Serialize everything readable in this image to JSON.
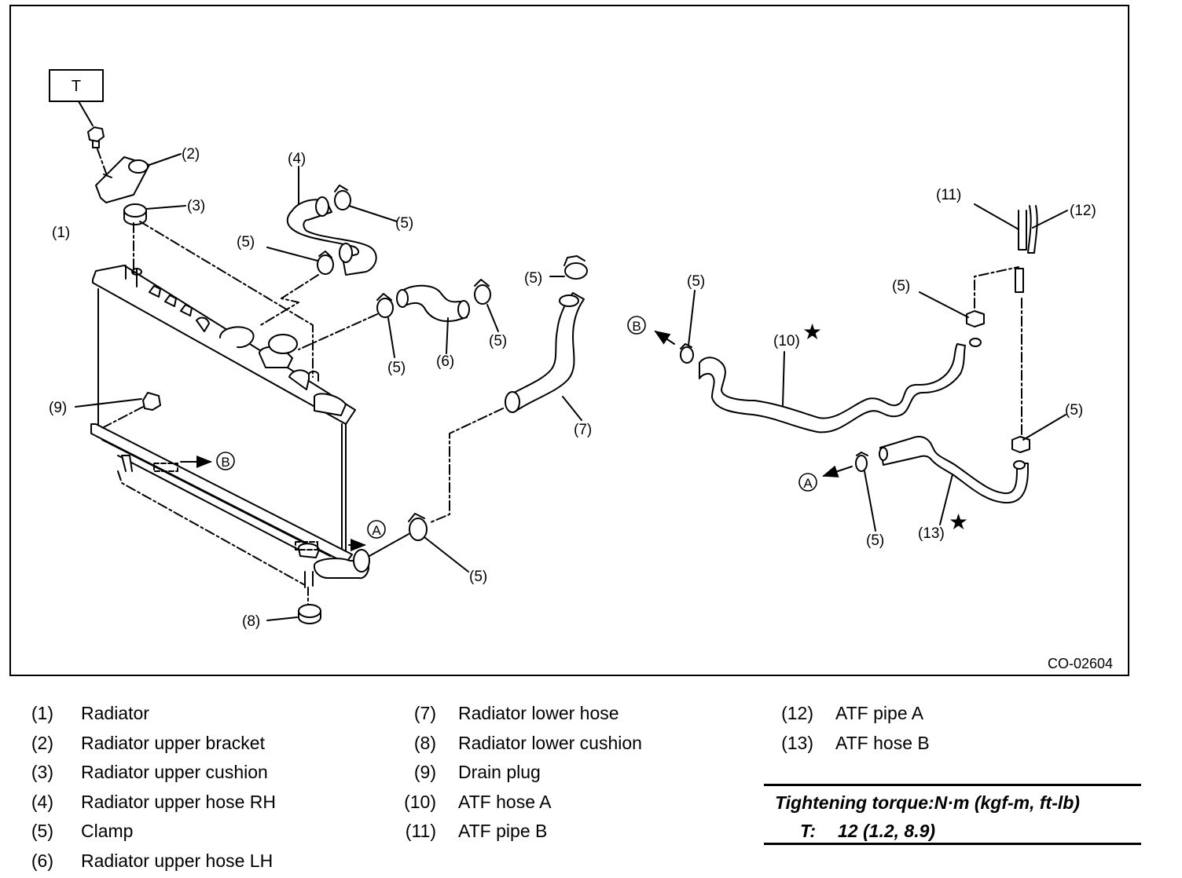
{
  "diagram": {
    "code": "CO-02604",
    "torque_tag": "T",
    "connector_a": "A",
    "connector_b": "B",
    "callouts": {
      "c1": "(1)",
      "c2": "(2)",
      "c3": "(3)",
      "c4": "(4)",
      "c5": "(5)",
      "c6": "(6)",
      "c7": "(7)",
      "c8": "(8)",
      "c9": "(9)",
      "c10": "(10)",
      "c11": "(11)",
      "c12": "(12)",
      "c13": "(13)"
    },
    "star": "★"
  },
  "legend": [
    {
      "num": "(1)",
      "label": "Radiator"
    },
    {
      "num": "(2)",
      "label": "Radiator upper bracket"
    },
    {
      "num": "(3)",
      "label": "Radiator upper cushion"
    },
    {
      "num": "(4)",
      "label": "Radiator upper hose RH"
    },
    {
      "num": "(5)",
      "label": "Clamp"
    },
    {
      "num": "(6)",
      "label": "Radiator upper hose LH"
    },
    {
      "num": "(7)",
      "label": "Radiator lower hose"
    },
    {
      "num": "(8)",
      "label": "Radiator lower cushion"
    },
    {
      "num": "(9)",
      "label": "Drain plug"
    },
    {
      "num": "(10)",
      "label": "ATF hose A"
    },
    {
      "num": "(11)",
      "label": "ATF pipe B"
    },
    {
      "num": "(12)",
      "label": "ATF pipe A"
    },
    {
      "num": "(13)",
      "label": "ATF hose B"
    }
  ],
  "torque": {
    "title": "Tightening torque:N·m (kgf-m, ft-lb)",
    "symbol": "T:",
    "value": "12 (1.2, 8.9)"
  }
}
